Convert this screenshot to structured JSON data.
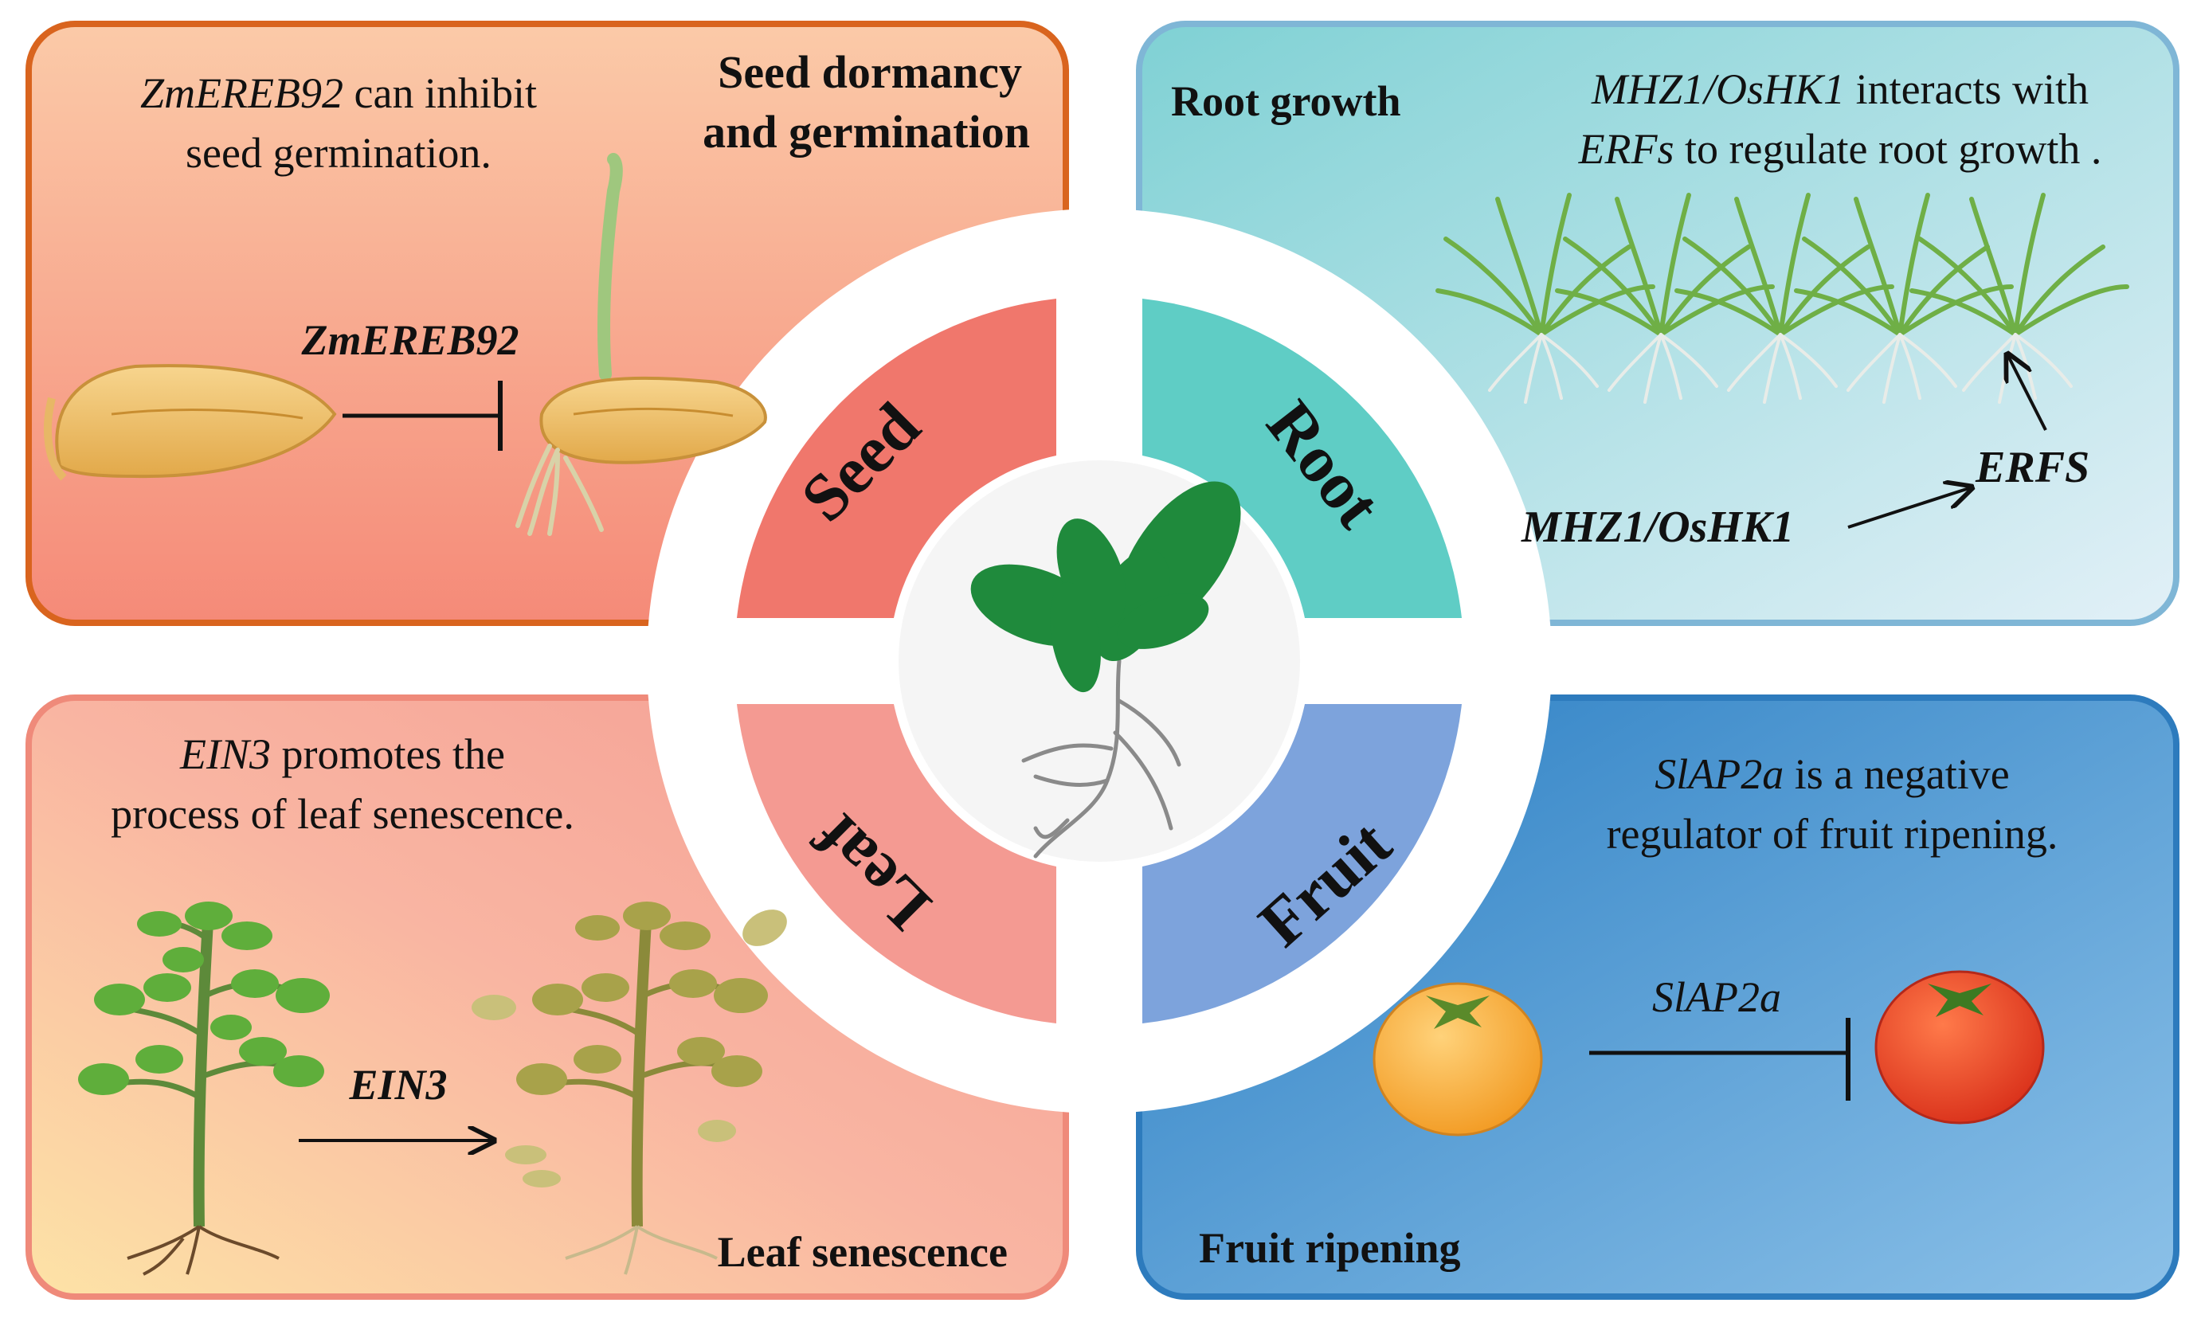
{
  "panels": {
    "seed": {
      "title_line1": "Seed dormancy",
      "title_line2": "and germination",
      "desc_gene": "ZmEREB92",
      "desc_rest": " can inhibit",
      "desc_line2": "seed germination.",
      "gene_label": "ZmEREB92"
    },
    "root": {
      "title": "Root growth",
      "desc_gene": "MHZ1/OsHK1",
      "desc_rest": " interacts with",
      "desc_line2_gene": "ERFs",
      "desc_line2_rest": " to regulate root growth .",
      "label_source": "MHZ1/OsHK1",
      "label_target": "ERFS"
    },
    "leaf": {
      "title": "Leaf senescence",
      "desc_gene": "EIN3",
      "desc_rest": " promotes the",
      "desc_line2": "process of leaf senescence.",
      "gene_label": "EIN3"
    },
    "fruit": {
      "title": "Fruit ripening",
      "desc_gene": "SlAP2a",
      "desc_rest": " is a negative",
      "desc_line2": "regulator of fruit ripening.",
      "gene_label": "SlAP2a"
    }
  },
  "ring": {
    "seed": "Seed",
    "root": "Root",
    "leaf": "Leaf",
    "fruit": "Fruit"
  },
  "colors": {
    "seed_border": "#d9641e",
    "root_border": "#7fb6d6",
    "leaf_border": "#ef8a7a",
    "fruit_border": "#2d7bbd",
    "seed_sector": "#f0776c",
    "root_sector": "#5fcdc5",
    "leaf_sector": "#f49a92",
    "fruit_sector": "#7da3dc"
  }
}
